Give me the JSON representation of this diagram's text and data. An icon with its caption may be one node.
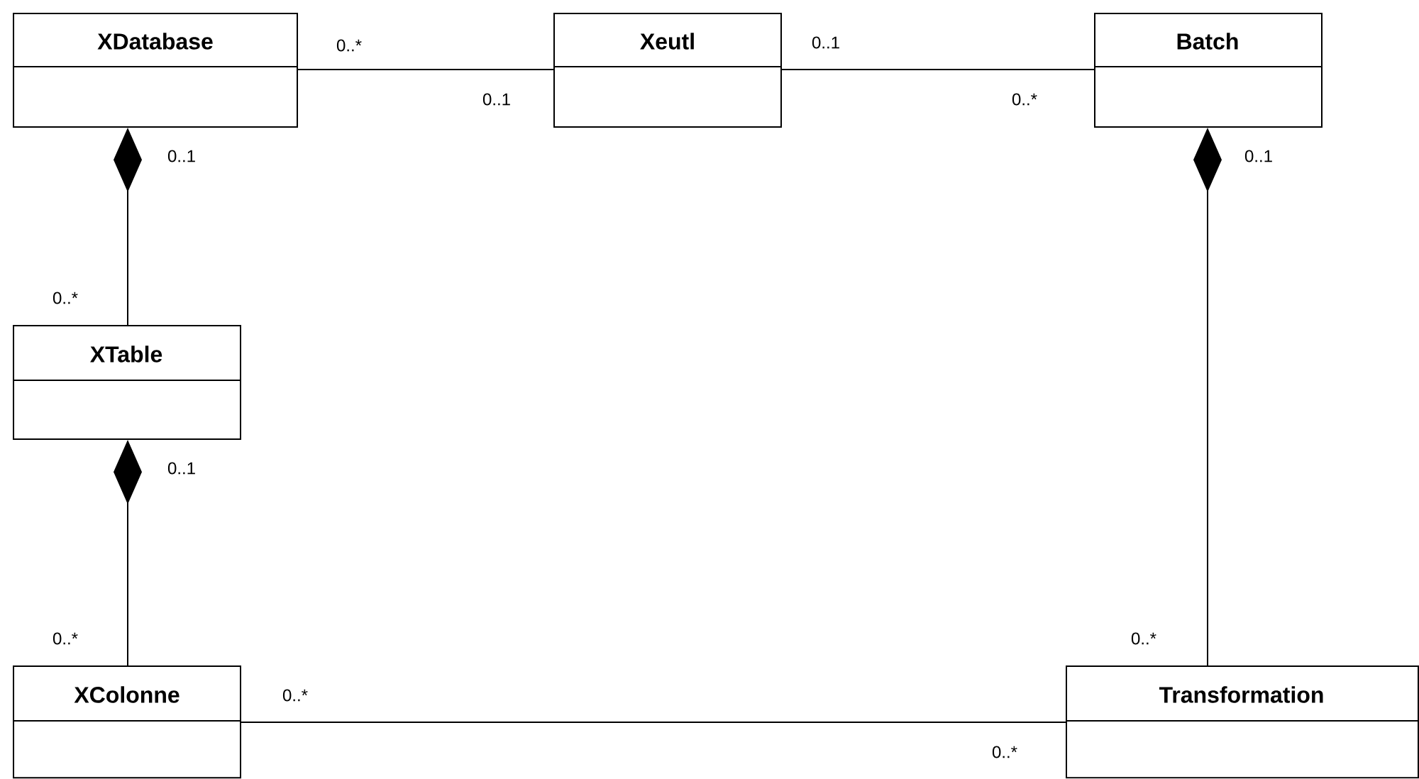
{
  "diagram": {
    "nodes": [
      {
        "text": [
          "XDatabase"
        ]
      },
      {
        "text": [
          "Xeutl"
        ]
      },
      {
        "text": [
          "Batch"
        ]
      },
      {
        "text": [
          "XTable"
        ]
      },
      {
        "text": [
          "XColonne"
        ]
      },
      {
        "text": [
          "Transformation"
        ]
      }
    ],
    "edges": [
      {
        "from": 0,
        "to": 1,
        "arrow": "none"
      },
      {
        "from": 1,
        "to": 2,
        "arrow": "none"
      },
      {
        "from": 0,
        "to": 3,
        "arrow": "other"
      },
      {
        "from": 3,
        "to": 4,
        "arrow": "other"
      },
      {
        "from": 2,
        "to": 5,
        "arrow": "other"
      },
      {
        "from": 4,
        "to": 5,
        "arrow": "none"
      }
    ],
    "labels": [
      "0..*",
      "0..1",
      "0..1",
      "0..*",
      "0..1",
      "0..*",
      "0..1",
      "0..1",
      "0..*",
      "0..*",
      "0..*",
      "0..*"
    ]
  }
}
